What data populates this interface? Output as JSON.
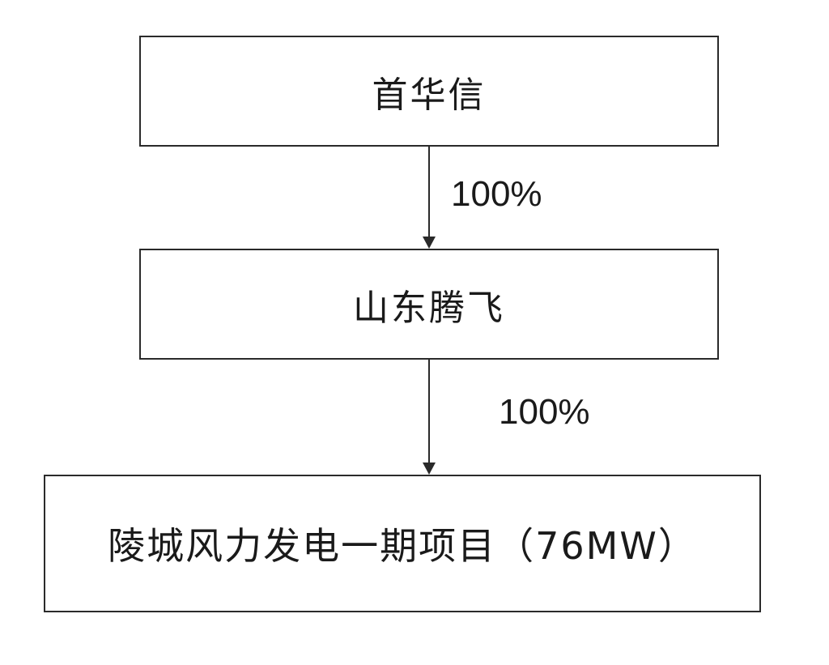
{
  "nodes": {
    "top": {
      "label": "首华信"
    },
    "middle": {
      "label": "山东腾飞"
    },
    "bottom": {
      "label": "陵城风力发电一期项目（76MW）"
    }
  },
  "edges": [
    {
      "from": "top",
      "to": "middle",
      "label": "100%"
    },
    {
      "from": "middle",
      "to": "bottom",
      "label": "100%"
    }
  ]
}
